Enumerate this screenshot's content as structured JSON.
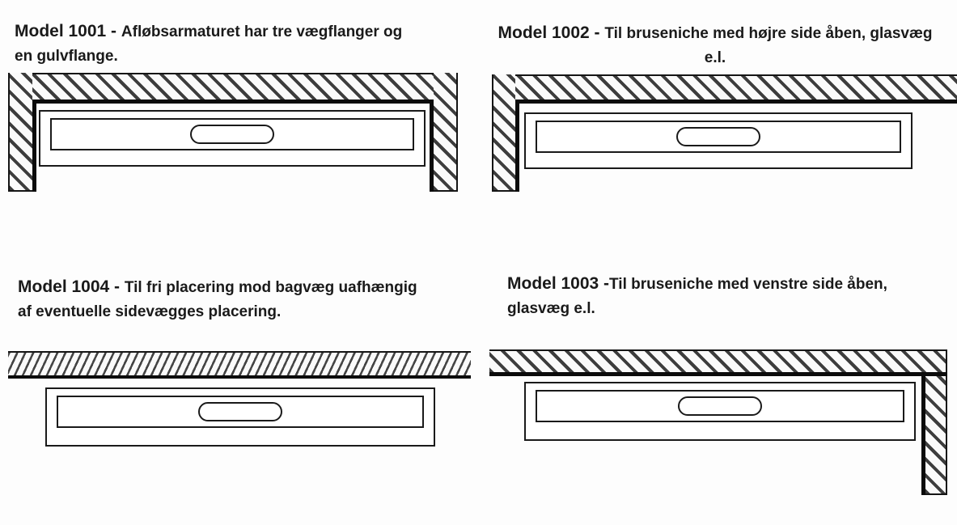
{
  "colors": {
    "line": "#1a1a1a",
    "thick_wall_line": "#0b0b0b",
    "hatch": "#3d3d3d",
    "text": "#1a1a1a",
    "background": "#fdfdfd"
  },
  "models": [
    {
      "name": "Model 1001",
      "label": "Model 1001 - ",
      "description": "Afløbsarmaturet har tre vægflanger og en gulvflange.",
      "diagram": {
        "walls": [
          "top",
          "left",
          "right"
        ],
        "drain": "channel-drain-with-center-outlet"
      }
    },
    {
      "name": "Model 1002",
      "label": "Model 1002 - ",
      "description": "Til bruseniche med højre side åben, glasvæg e.l.",
      "diagram": {
        "walls": [
          "top",
          "left"
        ],
        "drain": "channel-drain-with-center-outlet"
      }
    },
    {
      "name": "Model 1004",
      "label": "Model 1004 - ",
      "description": "Til fri placering mod bagvæg uafhængig af eventuelle sidevægges placering.",
      "diagram": {
        "walls": [
          "top"
        ],
        "drain": "channel-drain-with-center-outlet"
      }
    },
    {
      "name": "Model 1003",
      "label": "Model 1003 -",
      "description": "Til bruseniche med venstre side åben, glasvæg e.l.",
      "diagram": {
        "walls": [
          "top",
          "right"
        ],
        "drain": "channel-drain-with-center-outlet"
      }
    }
  ]
}
